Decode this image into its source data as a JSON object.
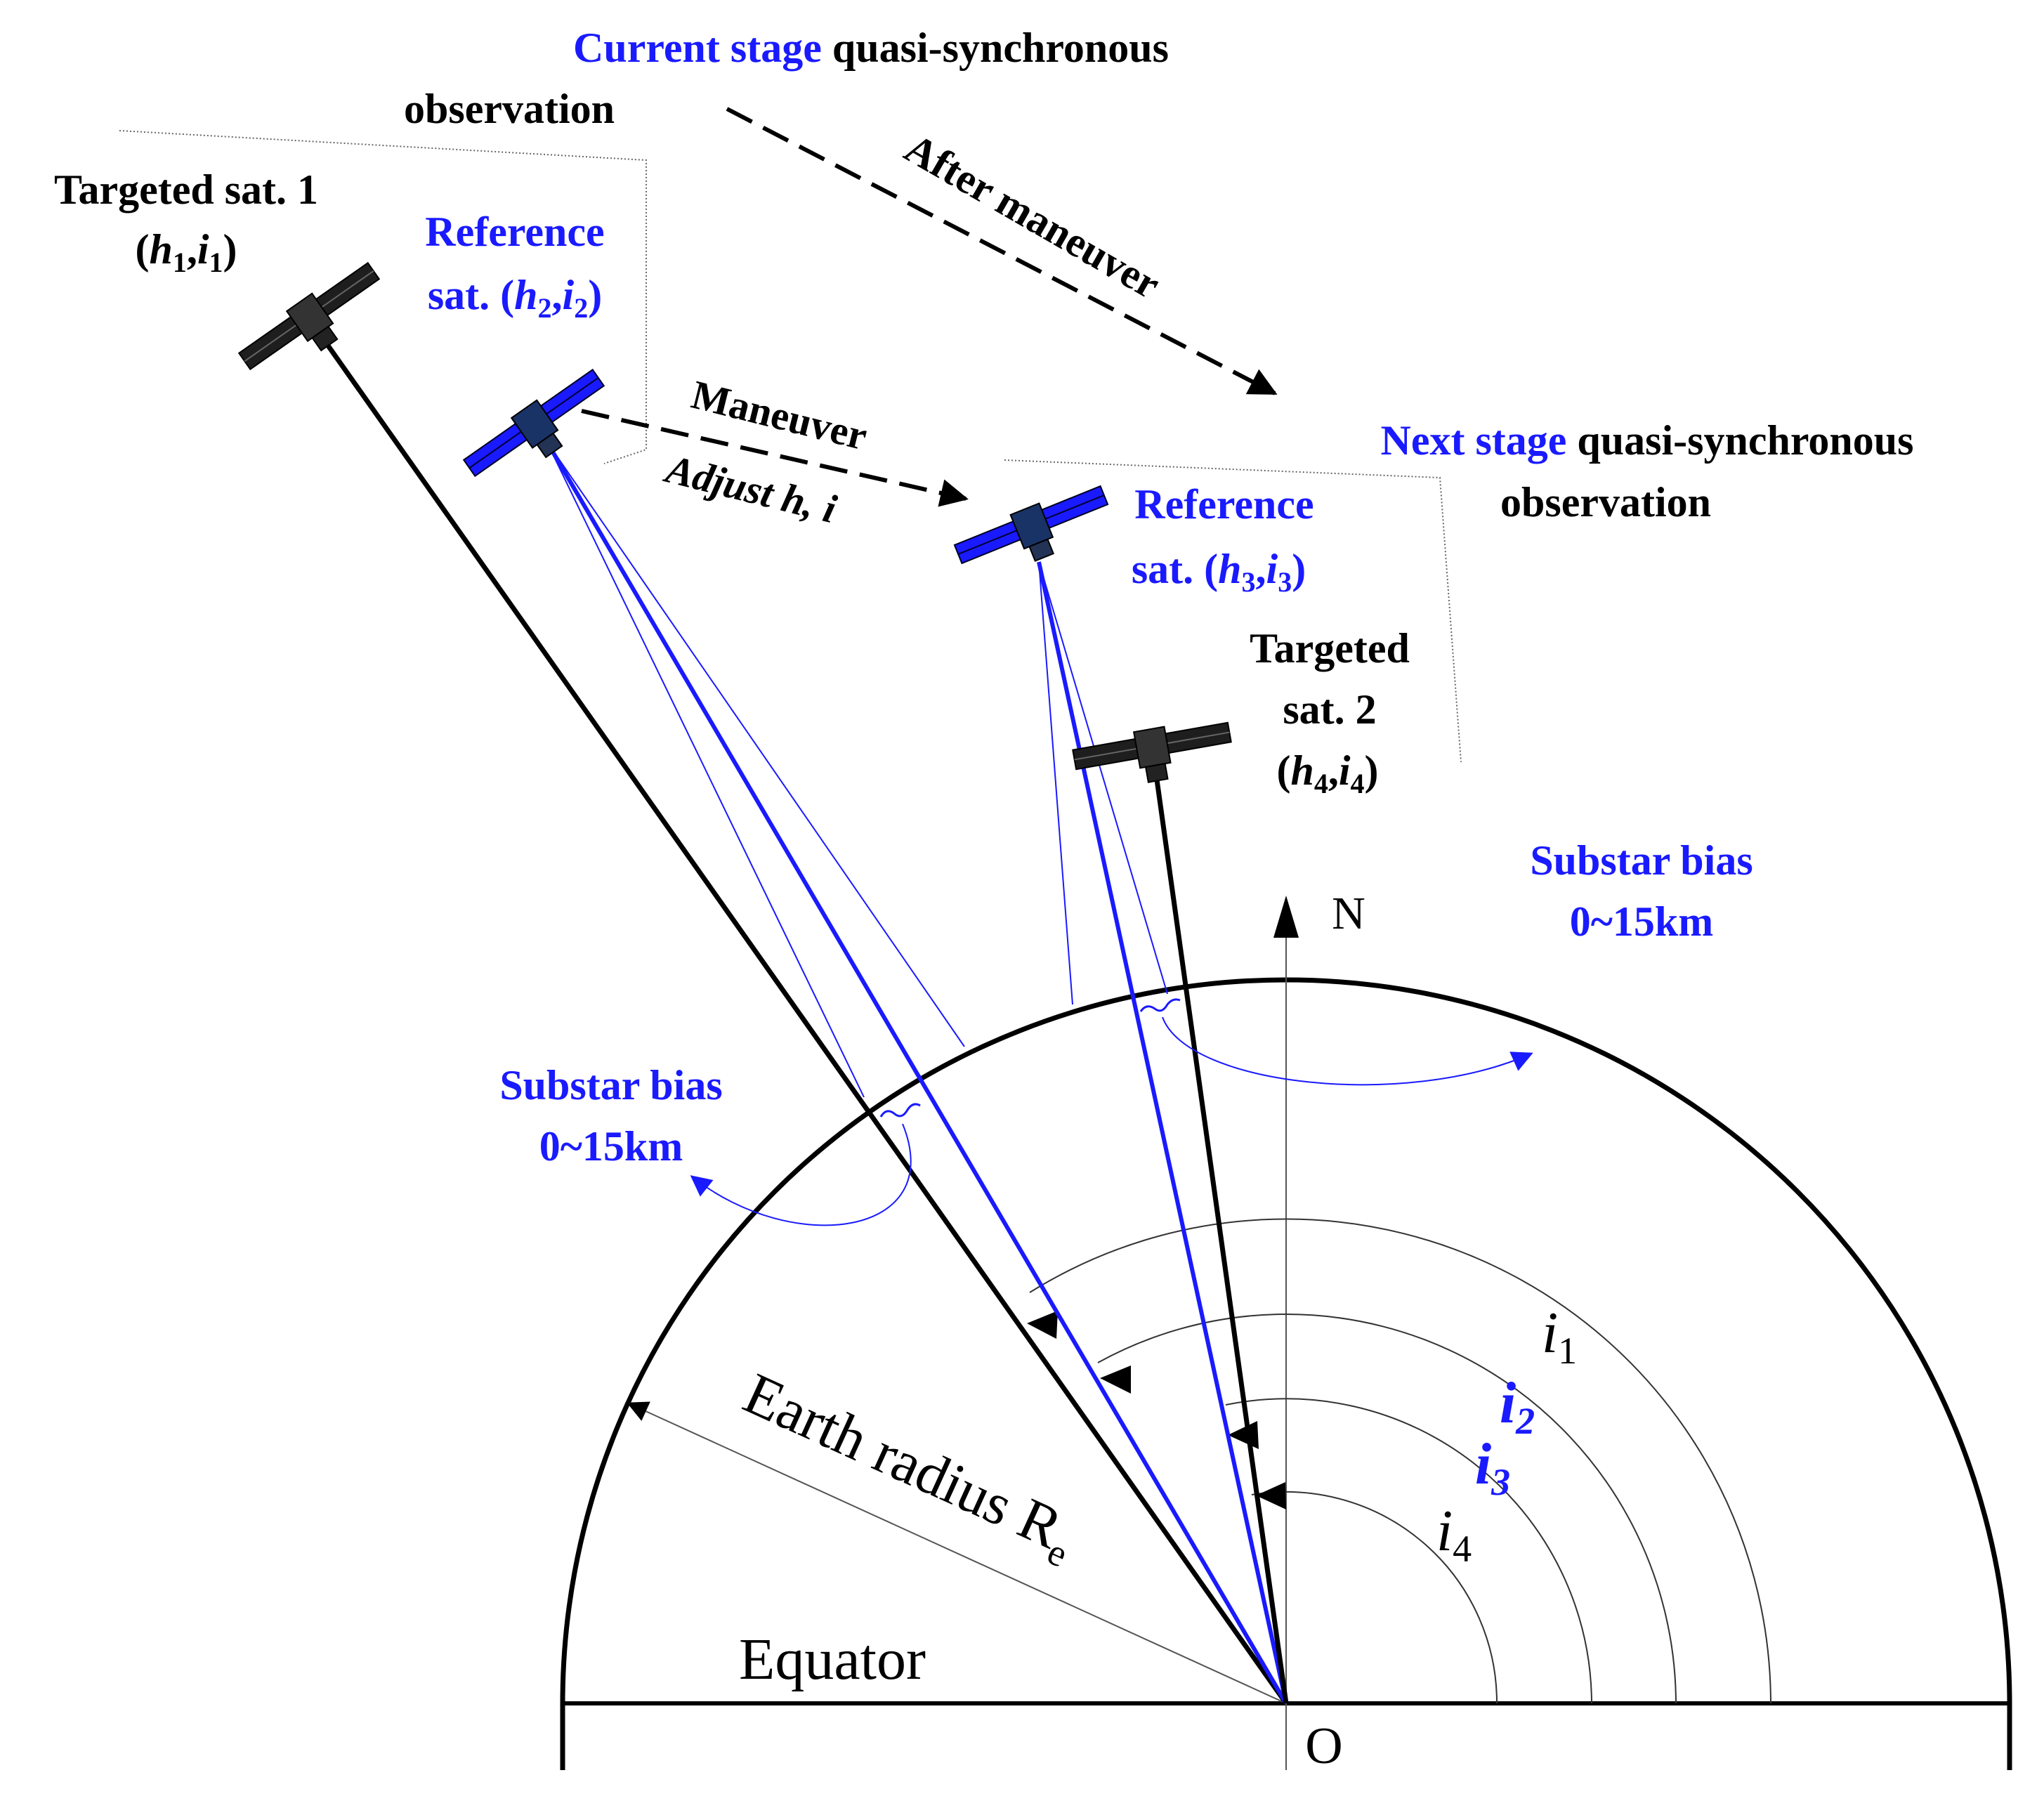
{
  "colors": {
    "blue": "#1a1aff",
    "black": "#000000",
    "gray": "#555555"
  },
  "current_stage": {
    "highlight": "Current stage",
    "rest": " quasi-synchronous",
    "line2": "observation"
  },
  "next_stage": {
    "highlight": "Next stage",
    "rest": " quasi-synchronous",
    "line2": "observation"
  },
  "after_maneuver": "After maneuver",
  "maneuver": "Maneuver",
  "adjust": "Adjust h, i",
  "targeted1": {
    "line1": "Targeted sat. 1",
    "h": "h",
    "h_sub": "1",
    "i": "i",
    "i_sub": "1"
  },
  "reference1": {
    "line1": "Reference",
    "prefix": "sat. (",
    "h": "h",
    "h_sub": "2",
    "i": "i",
    "i_sub": "2"
  },
  "reference2": {
    "line1": "Reference",
    "prefix": "sat. (",
    "h": "h",
    "h_sub": "3",
    "i": "i",
    "i_sub": "3"
  },
  "targeted2": {
    "line1": "Targeted",
    "line2": "sat. 2",
    "h": "h",
    "h_sub": "4",
    "i": "i",
    "i_sub": "4"
  },
  "substar_right": {
    "line1": "Substar bias",
    "line2": "0~15km"
  },
  "substar_left": {
    "line1": "Substar bias",
    "line2": "0~15km"
  },
  "north": "N",
  "origin": "O",
  "equator": "Equator",
  "earth_radius": {
    "text": "Earth radius R",
    "sub": "e"
  },
  "inclinations": [
    {
      "letter": "i",
      "sub": "1",
      "color": "#000000"
    },
    {
      "letter": "i",
      "sub": "2",
      "color": "#1a1aff"
    },
    {
      "letter": "i",
      "sub": "3",
      "color": "#1a1aff"
    },
    {
      "letter": "i",
      "sub": "4",
      "color": "#000000"
    }
  ]
}
